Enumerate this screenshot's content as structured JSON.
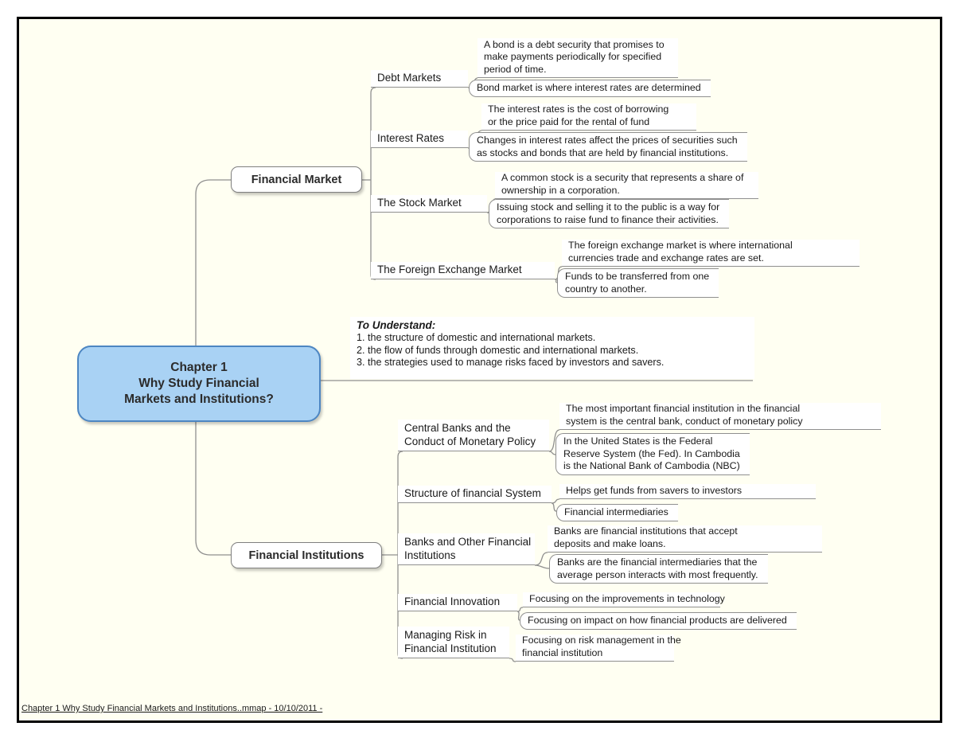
{
  "page": {
    "background_color": "#fffff2",
    "footer_text": "Chapter 1 Why Study Financial Markets and Institutions..mmap - 10/10/2011 -"
  },
  "line_color": "#8f8f8f",
  "root": {
    "label": "Chapter 1\nWhy Study Financial\nMarkets and Institutions?",
    "fill": "#a9d2f4",
    "border_color": "#4d86c2"
  },
  "note": {
    "title": "To Understand:",
    "items": [
      "1. the structure of domestic and international markets.",
      "2. the flow of funds through domestic and international markets.",
      "3. the strategies used to manage risks faced by investors and savers."
    ]
  },
  "branches": [
    {
      "label": "Financial Market",
      "topics": [
        {
          "label": "Debt Markets",
          "subtopics": [
            {
              "text": "A bond is a debt security that promises to\nmake payments periodically for specified\nperiod of time."
            },
            {
              "text": "Bond market is where interest rates are determined"
            }
          ]
        },
        {
          "label": "Interest Rates",
          "subtopics": [
            {
              "text": "The interest rates is the cost of borrowing\nor the price paid for the rental of fund"
            },
            {
              "text": "Changes in interest rates affect the prices of securities such\nas stocks and bonds that are held by financial institutions."
            }
          ]
        },
        {
          "label": "The Stock Market",
          "subtopics": [
            {
              "text": "A common stock is a security that represents a share of\nownership in a corporation."
            },
            {
              "text": "Issuing stock and selling it to the public is a way for\ncorporations to raise fund to finance their activities."
            }
          ]
        },
        {
          "label": "The Foreign Exchange Market",
          "subtopics": [
            {
              "text": "The foreign exchange market is where international\ncurrencies trade and exchange rates are set."
            },
            {
              "text": "Funds to be transferred from one\ncountry to another."
            }
          ]
        }
      ]
    },
    {
      "label": "Financial Institutions",
      "topics": [
        {
          "label": "Central Banks and the\nConduct of Monetary Policy",
          "subtopics": [
            {
              "text": "The most important financial institution in the financial\nsystem is the central bank, conduct of monetary policy"
            },
            {
              "text": "In the United States is the Federal\nReserve System (the Fed). In Cambodia\nis the National Bank of Cambodia (NBC)"
            }
          ]
        },
        {
          "label": "Structure of financial System",
          "subtopics": [
            {
              "text": "Helps get funds from savers to investors"
            },
            {
              "text": "Financial intermediaries"
            }
          ]
        },
        {
          "label": "Banks and Other Financial\nInstitutions",
          "subtopics": [
            {
              "text": "Banks are financial institutions that accept\ndeposits and make loans."
            },
            {
              "text": "Banks are the financial intermediaries that the\naverage person interacts with most frequently."
            }
          ]
        },
        {
          "label": "Financial Innovation",
          "subtopics": [
            {
              "text": "Focusing on the improvements in technology"
            },
            {
              "text": "Focusing on impact on how financial products are delivered"
            }
          ]
        },
        {
          "label": "Managing Risk in\nFinancial Institution",
          "subtopics": [
            {
              "text": "Focusing on risk management in the\nfinancial institution"
            }
          ]
        }
      ]
    }
  ]
}
